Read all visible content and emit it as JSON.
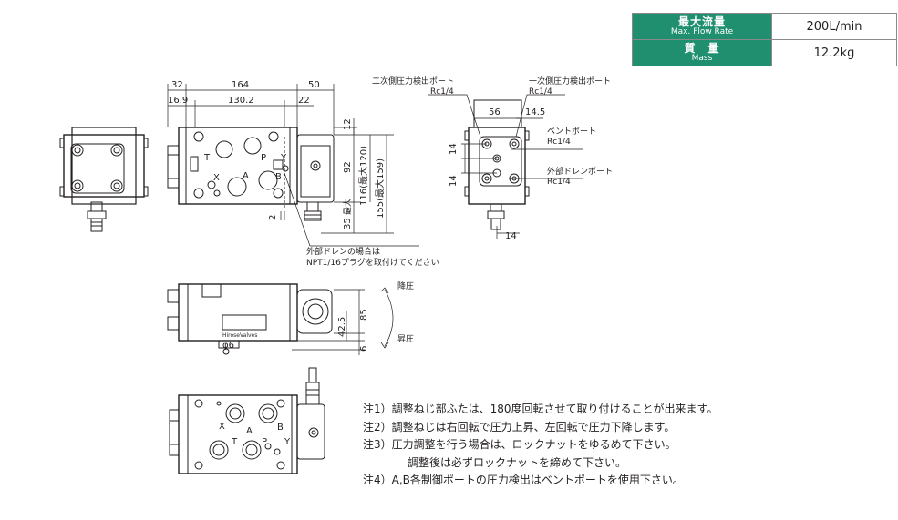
{
  "spec_table": {
    "rows": [
      {
        "label_jp": "最大流量",
        "label_en": "Max. Flow Rate",
        "value": "200L/min"
      },
      {
        "label_jp": "質　量",
        "label_en": "Mass",
        "value": "12.2kg"
      }
    ]
  },
  "dims": {
    "d32": "32",
    "d164": "164",
    "d50": "50",
    "d16_9": "16.9",
    "d130_2": "130.2",
    "d22": "22",
    "d12": "12",
    "d92": "92",
    "d116": "116(最大120)",
    "d155": "155(最大159)",
    "d2": "2",
    "d35": "35",
    "max": "最大",
    "d56": "56",
    "d14_5": "14.5",
    "d14a": "14",
    "d14b": "14",
    "d14c": "14",
    "d85": "85",
    "d42_5": "42.5",
    "d6": "6",
    "phi6": "φ6"
  },
  "callouts": {
    "secondary_port": "二次側圧力検出ポート",
    "secondary_size": "Rc1/4",
    "primary_port": "一次側圧力検出ポート",
    "primary_size": "Rc1/4",
    "vent_port": "ベントポート",
    "vent_size": "Rc1/4",
    "drain_port": "外部ドレンポート",
    "drain_size": "Rc1/4",
    "ext_drain_1": "外部ドレンの場合は",
    "ext_drain_2": "NPT1/16プラグを取付けてください",
    "pressure_down": "降圧",
    "pressure_up": "昇圧"
  },
  "port_labels": {
    "T": "T",
    "P": "P",
    "Y": "Y",
    "X": "X",
    "A": "A",
    "B": "B"
  },
  "nameplate": "HiroseValves",
  "notes": [
    "注1）調整ねじ部ふたは、180度回転させて取り付けることが出来ます。",
    "注2）調整ねじは右回転で圧力上昇、左回転で圧力下降します。",
    "注3）圧力調整を行う場合は、ロックナットをゆるめて下さい。",
    "調整後は必ずロックナットを締めて下さい。",
    "注4）A,B各制御ポートの圧力検出はベントポートを使用下さい。"
  ]
}
